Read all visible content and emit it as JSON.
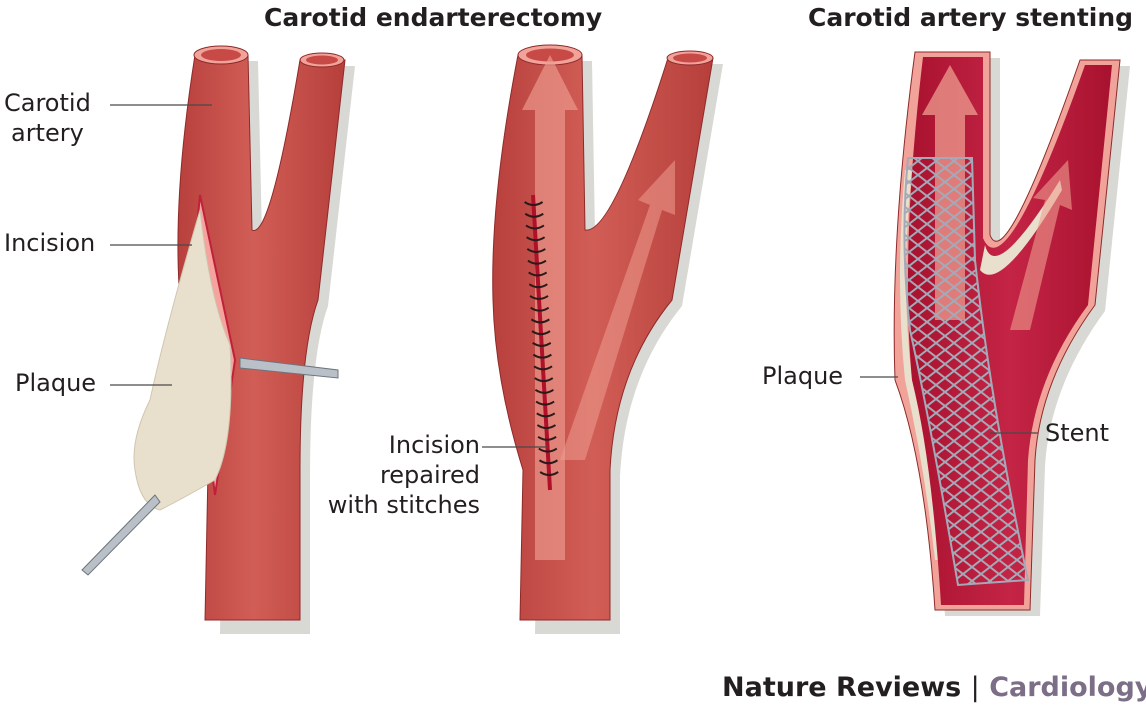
{
  "panels": [
    {
      "title": "Carotid endarterectomy"
    },
    {
      "title": "Carotid artery stenting"
    }
  ],
  "labels": {
    "carotid_artery": "Carotid\nartery",
    "carotid_line1": "Carotid",
    "carotid_line2": "artery",
    "incision": "Incision",
    "plaque_left": "Plaque",
    "repaired_line1": "Incision",
    "repaired_line2": "repaired",
    "repaired_line3": "with stitches",
    "plaque_right": "Plaque",
    "stent": "Stent"
  },
  "credit": {
    "journal": "Nature Reviews",
    "separator": "|",
    "section": "Cardiology"
  },
  "colors": {
    "artery": "#c8504b",
    "artery_dark": "#b03a3a",
    "lumen": "#b8173a",
    "wall": "#f2a6a0",
    "plaque": "#e8e0cc",
    "stent": "#9aa0b0",
    "shadow": "#d8d8d4",
    "arrow": "#ee9d90",
    "section_color": "#7c6e87"
  }
}
